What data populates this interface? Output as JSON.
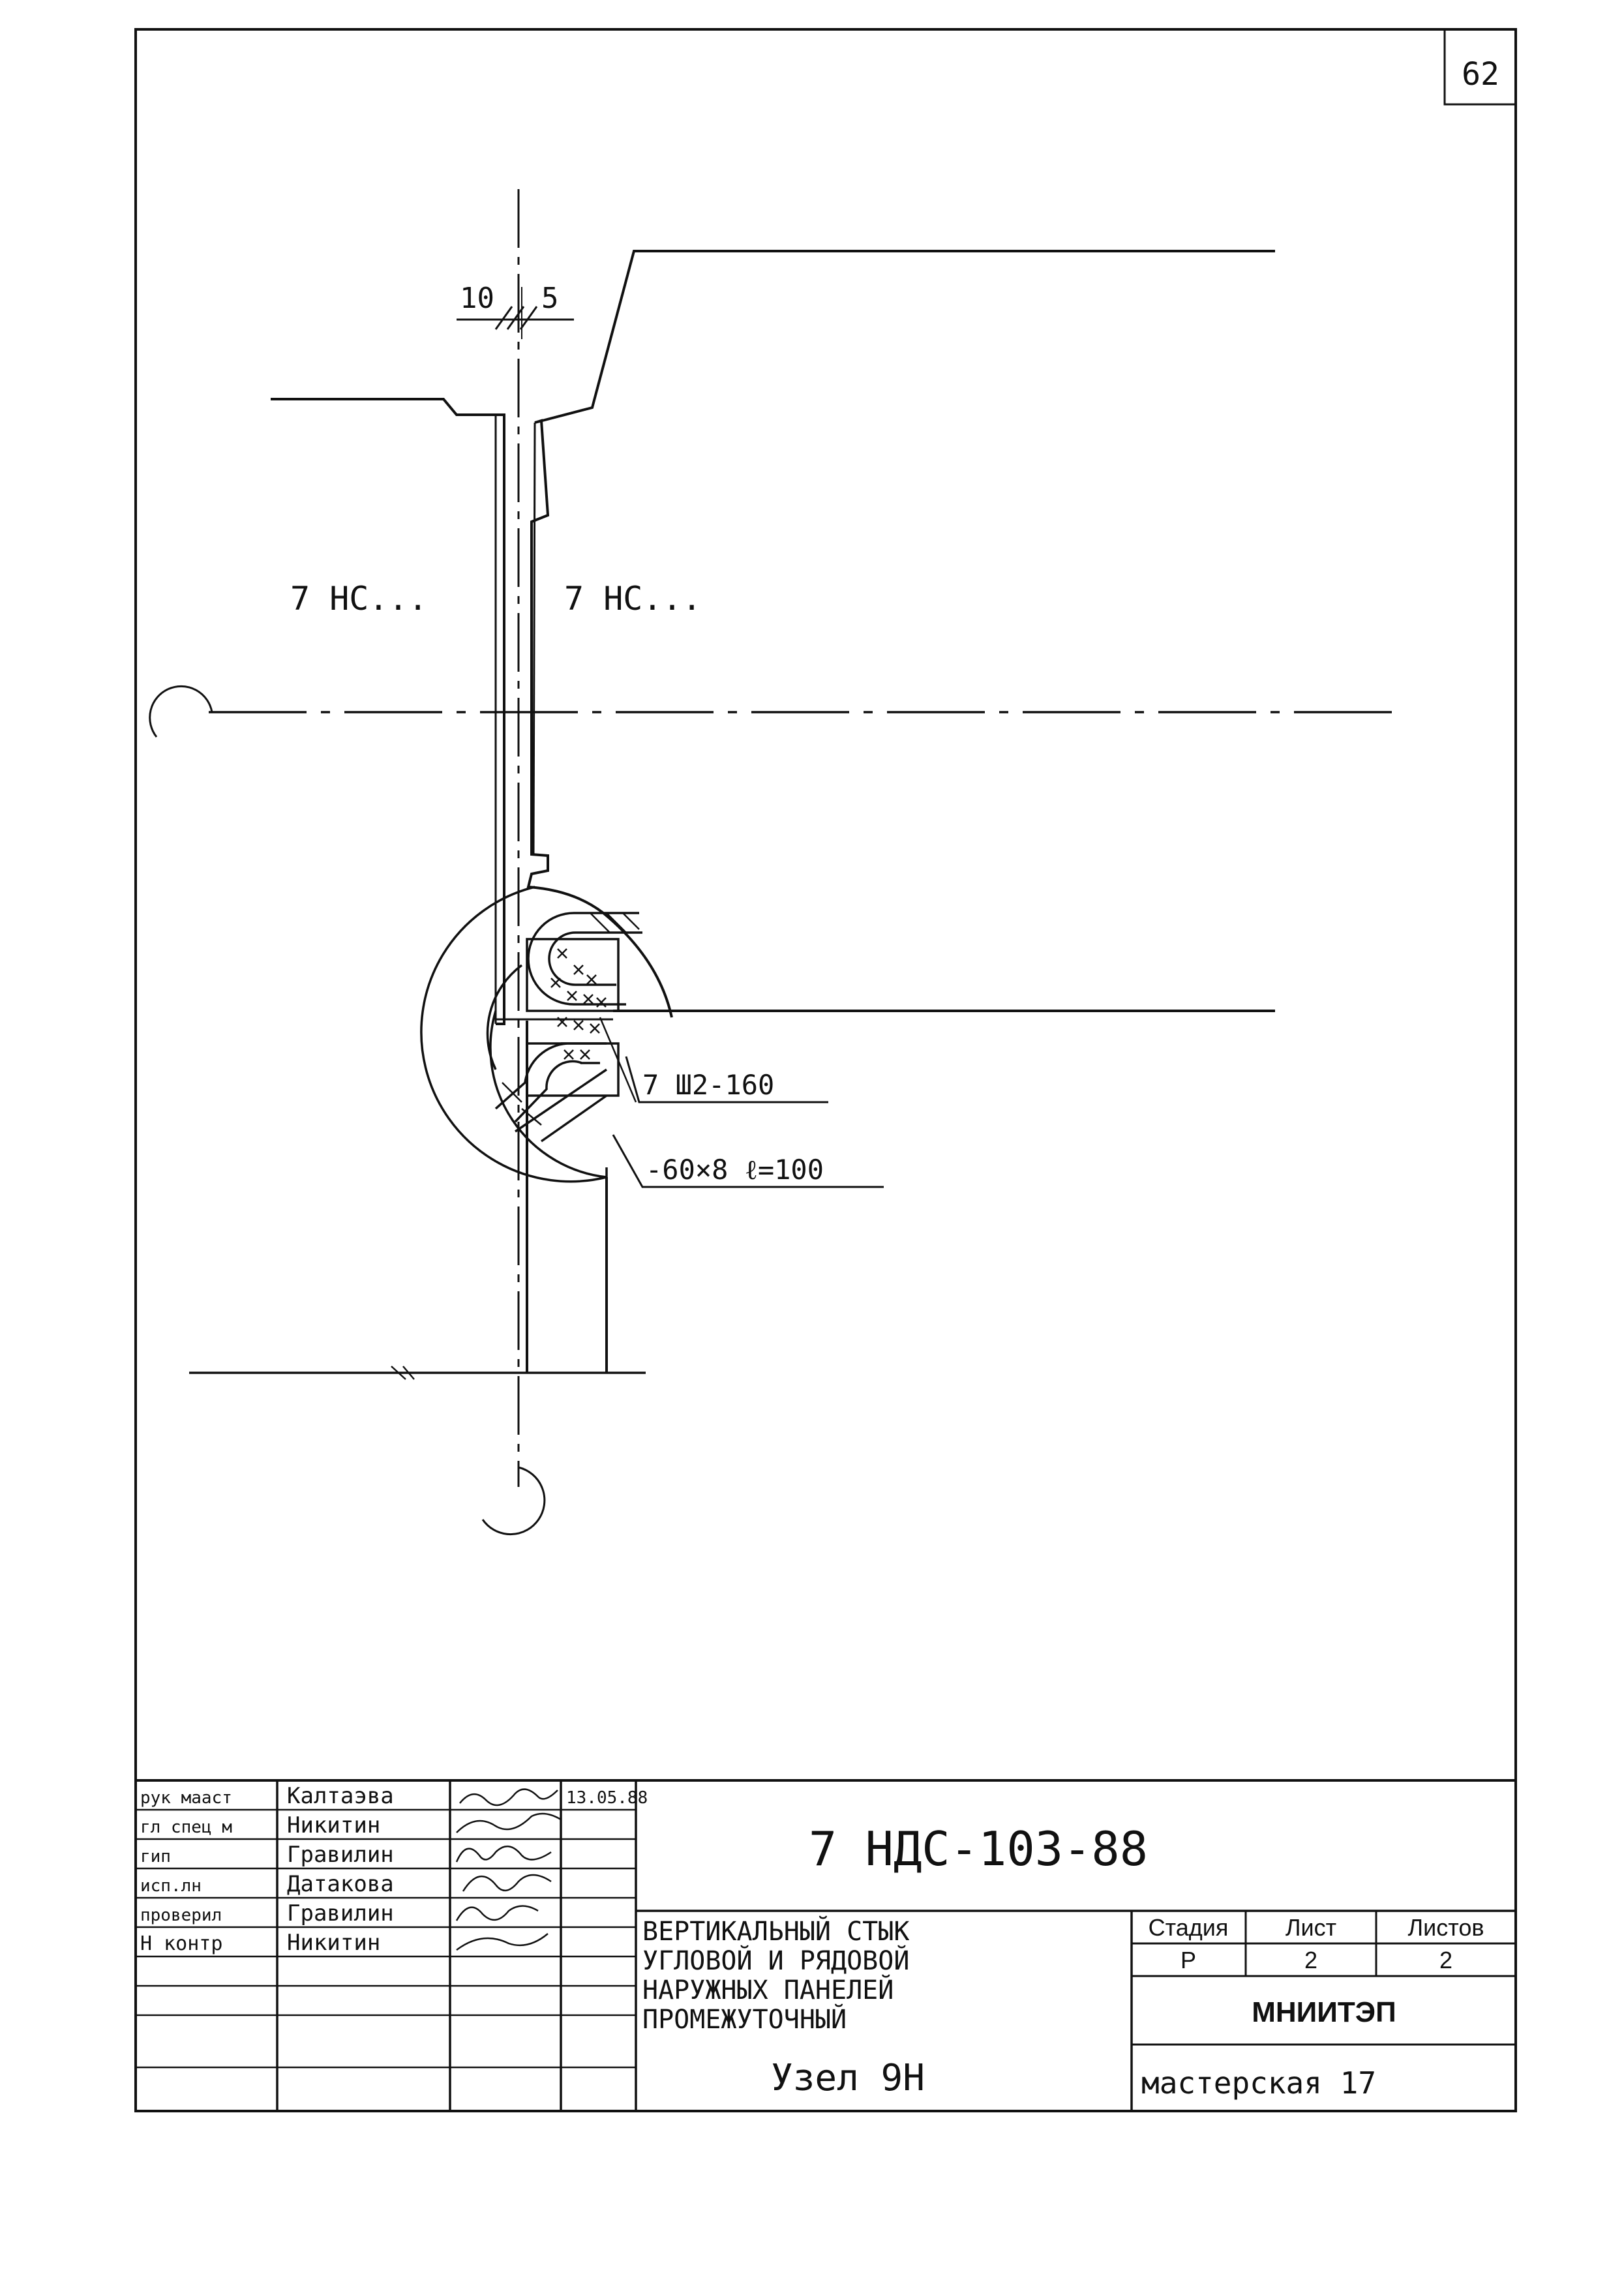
{
  "sheet_number": "62",
  "drawing": {
    "dim_left": "10",
    "dim_right": "5",
    "panel_left": "7 НС...",
    "panel_right": "7 НС...",
    "callout_weld": "7 Ш2-160",
    "callout_plate": "-60×8 ℓ=100"
  },
  "title_block": {
    "signatures": [
      {
        "role": "рук мааст",
        "name": "Калтаэва",
        "date": "13.05.88"
      },
      {
        "role": "гл спец м",
        "name": "Никитин",
        "date": ""
      },
      {
        "role": "гип",
        "name": "Гравилин",
        "date": ""
      },
      {
        "role": "исп.лн",
        "name": "Датакова",
        "date": ""
      },
      {
        "role": "проверил",
        "name": "Гравилин",
        "date": ""
      },
      {
        "role": "Н контр",
        "name": "Никитин",
        "date": ""
      }
    ],
    "code": "7 НДС-103-88",
    "title_lines": [
      "ВЕРТИКАЛЬНЫЙ СТЫК",
      "УГЛОВОЙ И РЯДОВОЙ",
      "НАРУЖНЫХ ПАНЕЛЕЙ",
      "ПРОМЕЖУТОЧНЫЙ"
    ],
    "node": "Узел 9Н",
    "stage_header": "Стадия",
    "sheet_header": "Лист",
    "sheets_header": "Листов",
    "stage": "Р",
    "sheet": "2",
    "sheets": "2",
    "org": "МНИИТЭП",
    "workshop": "мастерская 17"
  }
}
